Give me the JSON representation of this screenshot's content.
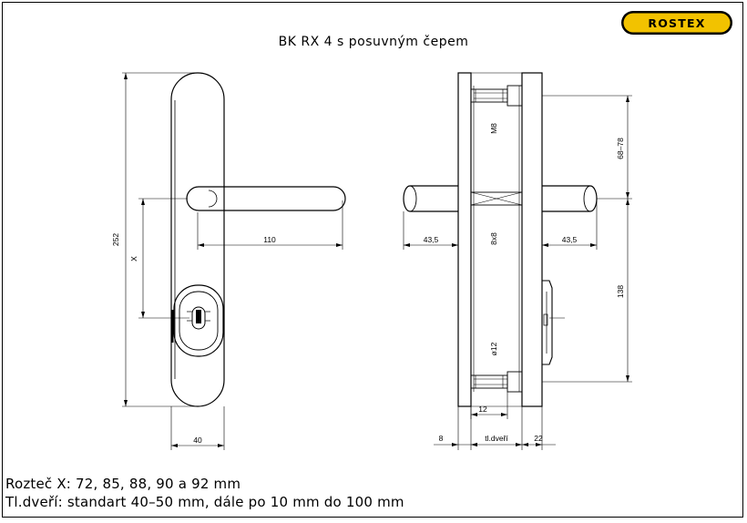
{
  "brand": {
    "logo_text": "ROSTEX",
    "logo_color": "#f2c200"
  },
  "title": "BK  RX  4  s  posuvným  čepem",
  "notes": {
    "line1": "Rozteč X: 72, 85, 88, 90 a 92 mm",
    "line2": "Tl.dveří: standart 40–50 mm, dále po 10 mm do 100 mm"
  },
  "dimensions": {
    "height": "252",
    "handle_length": "110",
    "spacing": "X",
    "width": "40",
    "left_projection": "43,5",
    "right_projection": "43,5",
    "bolt_thread": "M8",
    "square_spindle": "8x8",
    "bolt_diameter": "ø12",
    "range": "68–78",
    "distance": "138",
    "offset": "12",
    "plate_thickness": "8",
    "door_thickness": "tl.dveří",
    "outer_thickness": "22"
  }
}
